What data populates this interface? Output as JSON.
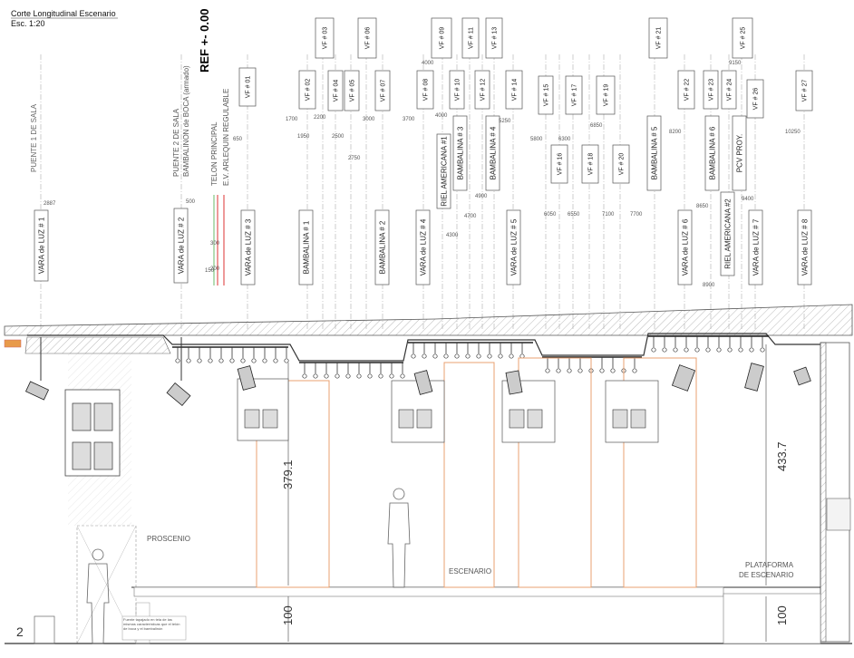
{
  "header": {
    "title": "Corte Longitudinal Escenario",
    "scale": "Esc. 1:20"
  },
  "ref_label": "REF  +- 0.00",
  "vertical_labels": [
    "PUENTE 1 DE SALA",
    "PUENTE 2 DE SALA",
    "BAMBALINON de BOCA (armado)",
    "TELON  PRINCIPAL",
    "E.V.  ARLEQUIN REGULABLE"
  ],
  "vf_boxes": [
    "VF # 01",
    "VF # 02",
    "VF # 03",
    "VF # 04",
    "VF # 05",
    "VF # 06",
    "VF # 07",
    "VF # 08",
    "VF # 09",
    "VF # 10",
    "VF # 11",
    "VF # 12",
    "VF # 13",
    "VF # 14",
    "VF # 15",
    "VF # 16",
    "VF # 17",
    "VF # 18",
    "VF # 19",
    "VF # 20",
    "VF # 21",
    "VF # 22",
    "VF # 23",
    "VF # 24",
    "VF # 25",
    "VF # 26",
    "VF # 27"
  ],
  "element_boxes": [
    "VARA de LUZ # 1",
    "VARA de LUZ # 2",
    "VARA de LUZ # 3",
    "BAMBALINA # 1",
    "BAMBALINA # 2",
    "VARA de LUZ # 4",
    "RIEL AMERICANA #1",
    "BAMBALINA # 3",
    "BAMBALINA # 4",
    "VARA de LUZ # 5",
    "BAMBALINA # 5",
    "VARA de LUZ # 6",
    "BAMBALINA # 6",
    "RIEL AMERICANA #2",
    "PCV PROY.",
    "VARA de LUZ # 7",
    "VARA de LUZ # 8"
  ],
  "distance_labels": [
    "2887",
    "500",
    "300",
    "200",
    "150",
    "650",
    "1700",
    "2200",
    "1950",
    "2500",
    "2750",
    "3000",
    "3700",
    "4000",
    "4000",
    "4300",
    "4700",
    "4900",
    "5250",
    "5800",
    "6300",
    "6050",
    "6550",
    "6850",
    "7100",
    "7700",
    "8200",
    "8650",
    "8900",
    "9150",
    "9400",
    "10250"
  ],
  "dimensions": [
    "379.1",
    "433.7",
    "100",
    "100"
  ],
  "area_labels": [
    "PROSCENIO",
    "ESCENARIO",
    "PLATAFORMA",
    "DE ESCENARIO"
  ],
  "note": "Fuente tapajado en tela de las mismas características que el telón de boca y el bambalinón",
  "sheet_number": "2"
}
